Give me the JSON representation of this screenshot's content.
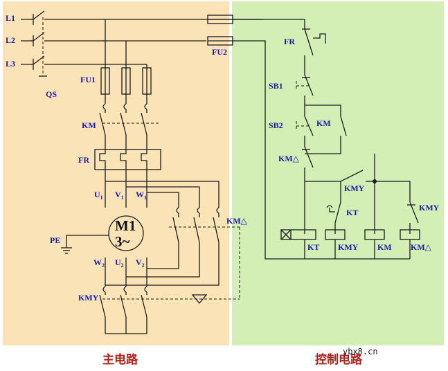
{
  "panels": {
    "main_title": "主电路",
    "control_title": "控制电路",
    "watermark": "ybx8.cn",
    "colors": {
      "main_bg": "#fbe3b8",
      "control_bg": "#d3efb5",
      "label": "#1a1aa8",
      "title": "#b0211a",
      "wire": "#1a1a1a"
    }
  },
  "main": {
    "L1": "L1",
    "L2": "L2",
    "L3": "L3",
    "QS": "QS",
    "FU1": "FU1",
    "FU2": "FU2",
    "KM": "KM",
    "FR": "FR",
    "U1": "U",
    "V1": "V",
    "W1": "W",
    "U2": "U",
    "V2": "V",
    "W2": "W",
    "sub1": "1",
    "sub2": "2",
    "motor_name": "M1",
    "motor_phase": "3~",
    "PE": "PE",
    "KM_delta": "KM△",
    "KMY": "KMY"
  },
  "control": {
    "FR": "FR",
    "SB1": "SB1",
    "SB2": "SB2",
    "KM": "KM",
    "KM_delta": "KM△",
    "KMY_contact": "KMY",
    "KT_contact": "KT",
    "KMY_right": "KMY",
    "coil_KT": "KT",
    "coil_KMY": "KMY",
    "coil_KM": "KM",
    "coil_KMdelta": "KM△"
  }
}
